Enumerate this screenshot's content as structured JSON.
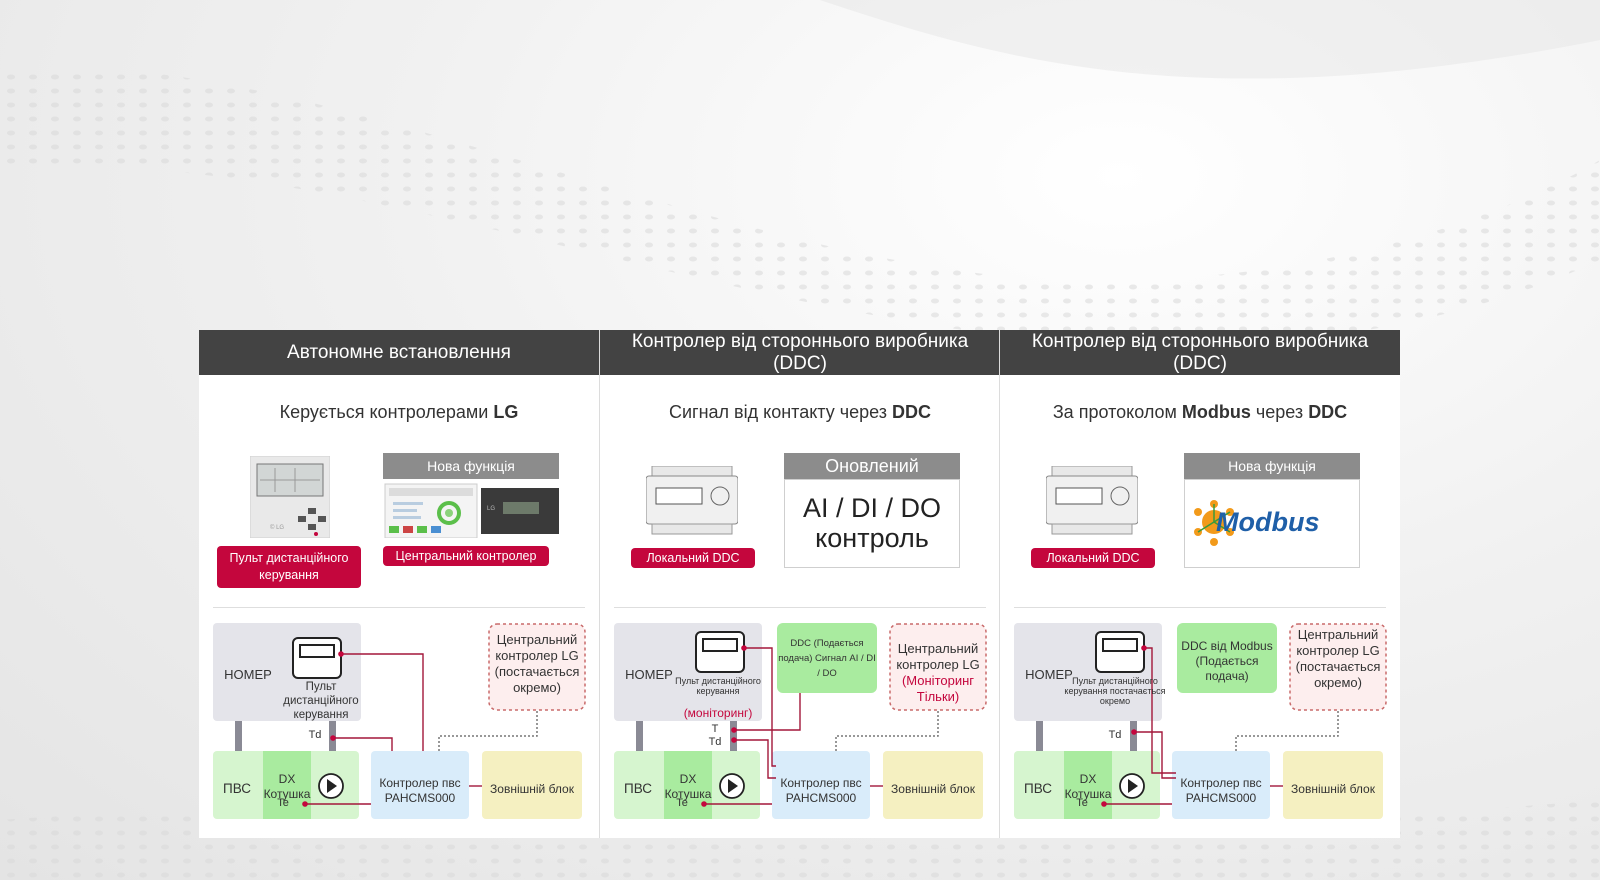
{
  "panels": [
    {
      "header": "Автономне встановлення",
      "subtitle_pre": "Керується контролерами ",
      "subtitle_bold": "LG",
      "subtitle_mid": "",
      "subtitle_bold2": "",
      "device_badge": "Пульт дистанційного керування",
      "feature_title": "Нова функція",
      "feature_badge": "Центральний контролер",
      "diagram": {
        "room": "НОМЕР",
        "remote_label": "Пульт дистанційного керування",
        "remote_sub": "",
        "td": "Td",
        "t": "",
        "top_box": "Центральний контролер LG (постачається окремо)",
        "ahu": "ПВС",
        "coil": "DX Котушка",
        "te": "Te",
        "controller": "Контролер пвс PAHCMS000",
        "outdoor": "Зовнішній блок"
      }
    },
    {
      "header": "Контролер від стороннього виробника (DDC)",
      "subtitle_pre": "Сигнал від контакту через ",
      "subtitle_bold": "DDC",
      "subtitle_mid": "",
      "subtitle_bold2": "",
      "device_badge": "Локальний DDC",
      "feature_title": "Оновлений",
      "feature_text": "AI / DI / DO контроль",
      "diagram": {
        "room": "НОМЕР",
        "remote_label": "Пульт дистанційного керування",
        "remote_sub": "(моніторинг)",
        "td": "Td",
        "t": "T",
        "ddc_box": "DDC (Подається подача) Сигнал AI / DI / DO",
        "top_box_main": "Центральний контролер LG",
        "top_box_sub": "(Моніторинг Тільки)",
        "ahu": "ПВС",
        "coil": "DX Котушка",
        "te": "Te",
        "controller": "Контролер пвс PAHCMS000",
        "outdoor": "Зовнішній блок"
      }
    },
    {
      "header": "Контролер від стороннього виробника (DDC)",
      "subtitle_pre": "За протоколом ",
      "subtitle_bold": "Modbus",
      "subtitle_mid": " через ",
      "subtitle_bold2": "DDC",
      "device_badge": "Локальний DDC",
      "feature_title": "Нова функція",
      "feature_logo": "Modbus",
      "diagram": {
        "room": "НОМЕР",
        "remote_label": "Пульт дистанційного керування постачається окремо",
        "remote_sub": "",
        "td": "Td",
        "t": "",
        "ddc_box": "DDC від Modbus (Подається подача)",
        "top_box": "Центральний контролер LG (постачається окремо)",
        "ahu": "ПВС",
        "coil": "DX Котушка",
        "te": "Te",
        "controller": "Контролер пвс PAHCMS000",
        "outdoor": "Зовнішній блок"
      }
    }
  ],
  "colors": {
    "header_bg": "#434343",
    "accent_red": "#c4063d",
    "room_grey": "#e4e4ea",
    "ahu_green": "#d6f5cf",
    "coil_green": "#a9eb9f",
    "controller_blue": "#d9ecfa",
    "outdoor_yellow": "#f5f0c1",
    "ddc_green": "#a9eb9f",
    "dashed_pink": "#fdeeee",
    "modbus_blue": "#1f5fa8",
    "modbus_orange": "#f29a1a"
  }
}
